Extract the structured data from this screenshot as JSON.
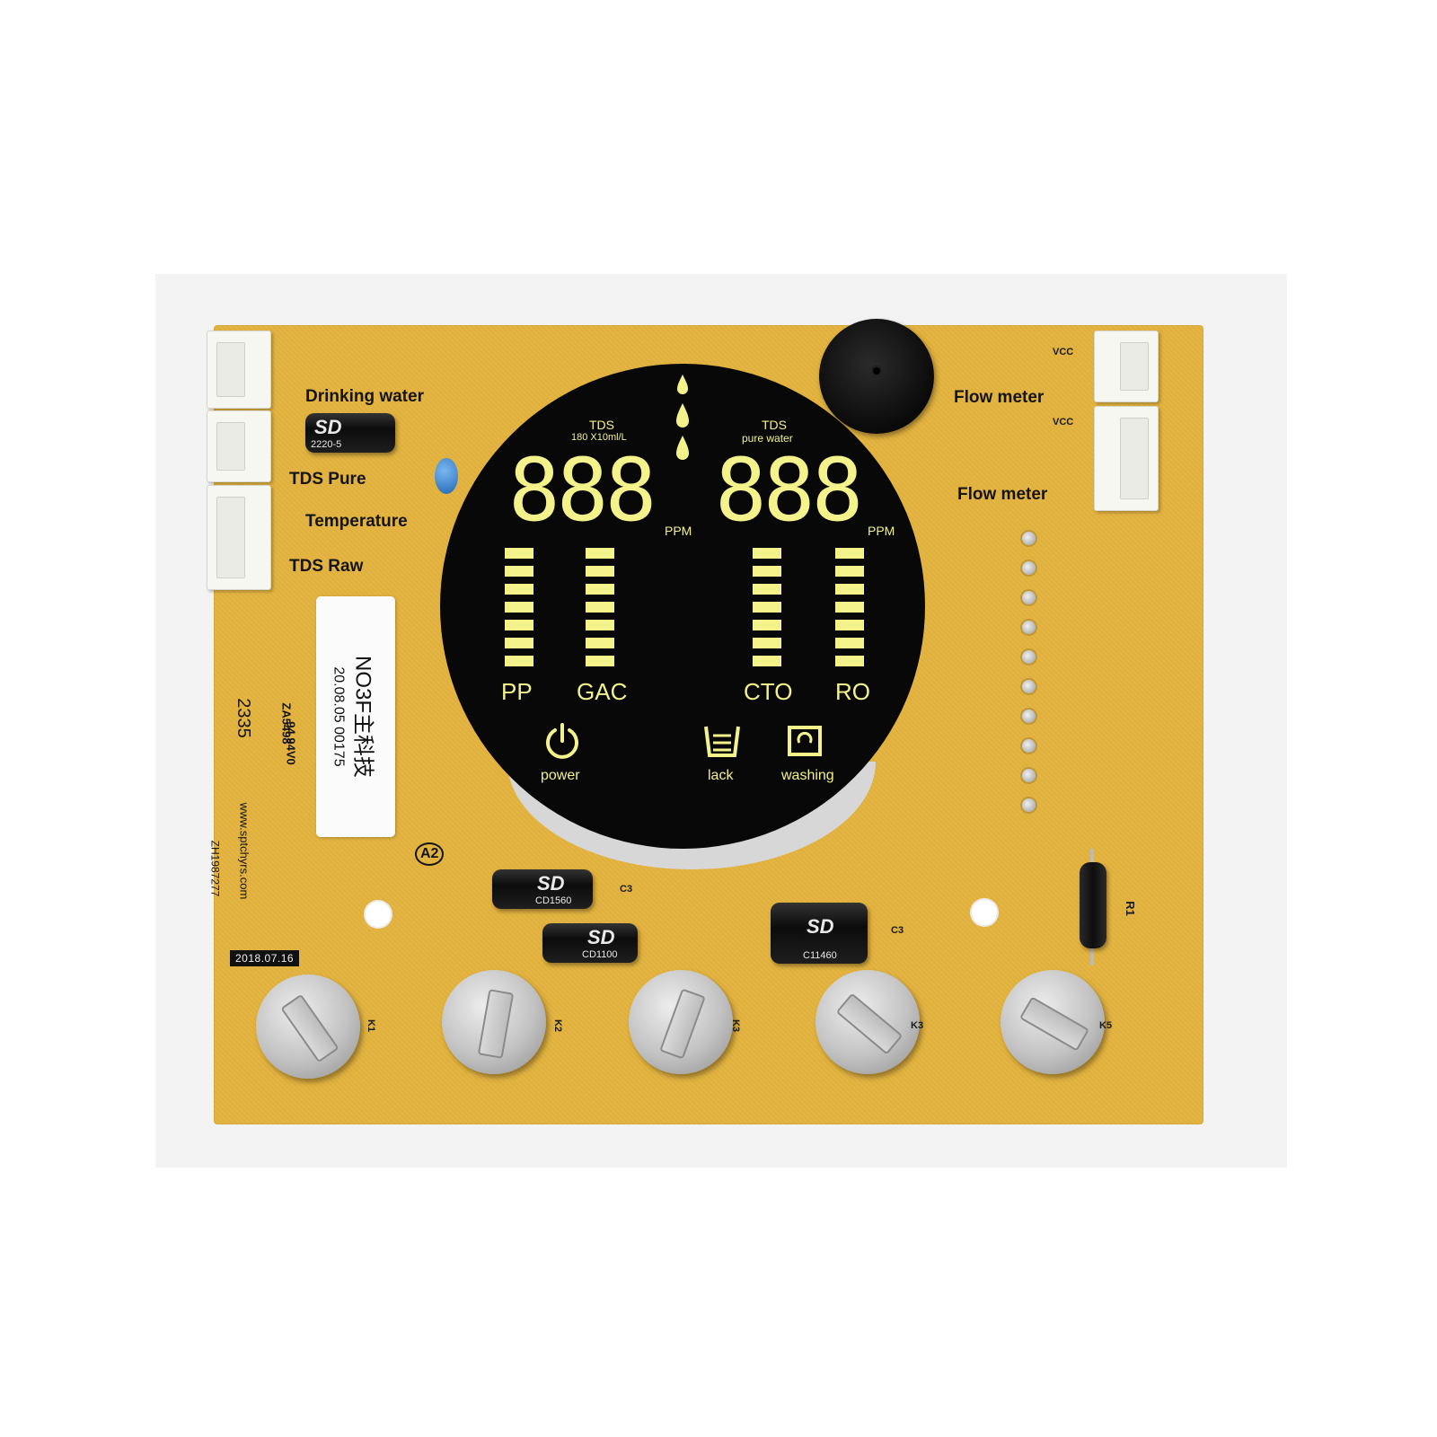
{
  "silkscreen": {
    "drinking_water": "Drinking water",
    "tds_pure": "TDS Pure",
    "temperature": "Temperature",
    "tds_raw": "TDS Raw",
    "flow_meter_1": "Flow meter",
    "flow_meter_2": "Flow meter",
    "vcc_1": "VCC",
    "vcc_2": "VCC",
    "date_tag": "2018.07.16",
    "r1": "R1",
    "a2": "A2",
    "c3": "C3",
    "k1": "K1",
    "k2": "K2",
    "k3": "K3",
    "k4": "K3",
    "k5": "K5",
    "www": "www.sptchyrs.com",
    "rating": "94 94V0",
    "code_1": "ZA5498",
    "code_2": "2335",
    "code_3": "ZH1987277"
  },
  "sticker": {
    "line1": "NO3F主科技",
    "line2": "20.08.05  00175"
  },
  "lcd": {
    "tds_left": "TDS",
    "tds_left_sub": "180 X10ml/L",
    "tds_right": "TDS",
    "tds_right_sub": "pure water",
    "digits_left": "888",
    "digits_right": "888",
    "ppm_left": "PPM",
    "ppm_right": "PPM",
    "filter_1": "PP",
    "filter_2": "GAC",
    "filter_3": "CTO",
    "filter_4": "RO",
    "icon_power": "power",
    "icon_lack": "lack",
    "icon_washing": "washing",
    "segment_color": "#f4f28a"
  },
  "capacitors": {
    "top_sd": "SD",
    "top_code": "2220-5",
    "mid_sd": "SD",
    "mid_code": "CD1560",
    "low_sd": "SD",
    "low_code": "CD1100",
    "right_sd": "SD",
    "right_code": "C11460"
  },
  "colors": {
    "pcb": "#e3b33e",
    "lcd_bg": "#080808",
    "connector": "#f7f7f2"
  }
}
